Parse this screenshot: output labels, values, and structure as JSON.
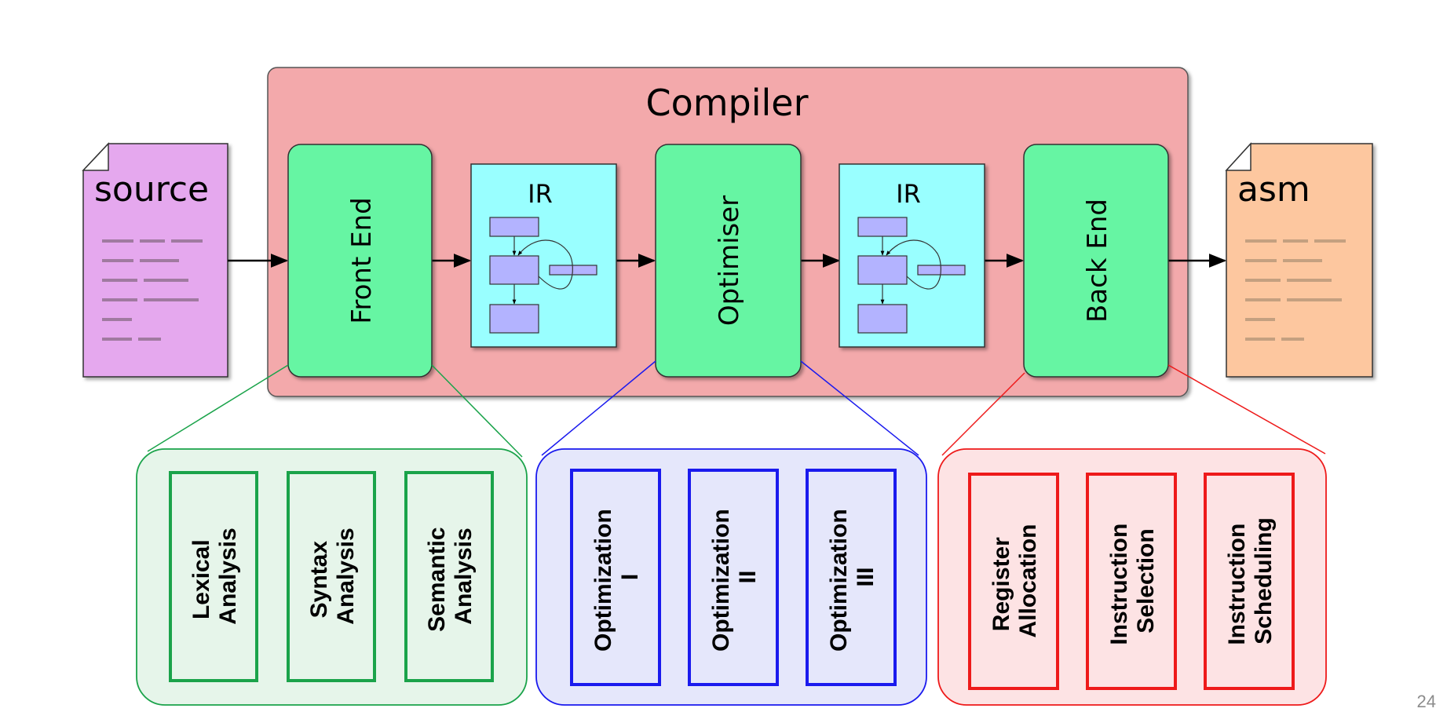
{
  "colors": {
    "compiler_fill": "#f3a9ab",
    "stage_fill": "#66f5a3",
    "ir_fill": "#99ffff",
    "ir_block_fill": "#b3b3ff",
    "source_fill": "#e5a8ee",
    "asm_fill": "#fdc79f",
    "frontend_accent": "#1aa34a",
    "frontend_panel_fill": "#e6f5ea",
    "optimiser_accent": "#1a1aee",
    "optimiser_panel_fill": "#e5e7fb",
    "backend_accent": "#ee1a1a",
    "backend_panel_fill": "#fde3e4"
  },
  "compiler": {
    "title": "Compiler"
  },
  "files": {
    "source": {
      "label": "source"
    },
    "asm": {
      "label": "asm"
    }
  },
  "stages": {
    "front_end": "Front End",
    "optimiser": "Optimiser",
    "back_end": "Back End"
  },
  "ir": {
    "label_1": "IR",
    "label_2": "IR"
  },
  "panels": {
    "front_end": {
      "boxes": [
        {
          "line1": "Lexical",
          "line2": "Analysis"
        },
        {
          "line1": "Syntax",
          "line2": "Analysis"
        },
        {
          "line1": "Semantic",
          "line2": "Analysis"
        }
      ]
    },
    "optimiser": {
      "boxes": [
        {
          "line1": "Optimization",
          "line2": "I"
        },
        {
          "line1": "Optimization",
          "line2": "II"
        },
        {
          "line1": "Optimization",
          "line2": "III"
        }
      ]
    },
    "back_end": {
      "boxes": [
        {
          "line1": "Register",
          "line2": "Allocation"
        },
        {
          "line1": "Instruction",
          "line2": "Selection"
        },
        {
          "line1": "Instruction",
          "line2": "Scheduling"
        }
      ]
    }
  },
  "page_number": "24"
}
